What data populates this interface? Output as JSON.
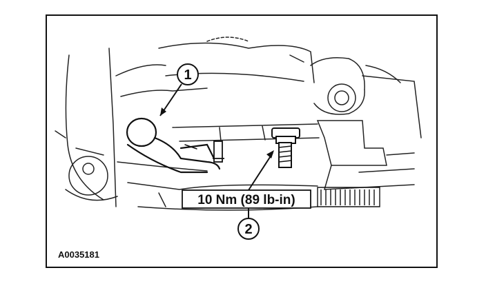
{
  "figure": {
    "id_label": "A0035181",
    "callouts": [
      {
        "number": "1"
      },
      {
        "number": "2"
      }
    ],
    "torque_spec": "10 Nm (89 lb-in)"
  }
}
